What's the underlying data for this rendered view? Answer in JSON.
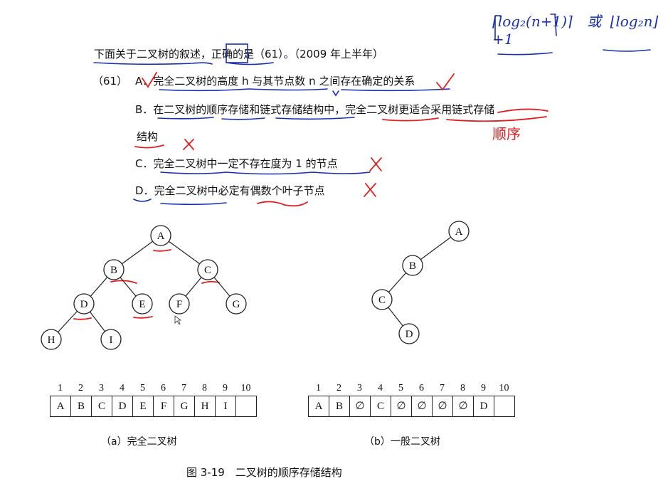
{
  "question": {
    "stem": "下面关于二叉树的叙述，正确的是（61）。（2009 年上半年）",
    "number": "（61）",
    "options": [
      {
        "label": "A．",
        "text": "完全二叉树的高度 h 与其节点数 n 之间存在确定的关系"
      },
      {
        "label": "B．",
        "text": "在二叉树的顺序存储和链式存储结构中，完全二叉树更适合采用链式存储"
      },
      {
        "label": "",
        "text": "结构"
      },
      {
        "label": "C．",
        "text": "完全二叉树中一定不存在度为 1 的节点"
      },
      {
        "label": "D．",
        "text": "完全二叉树中必定有偶数个叶子节点"
      }
    ]
  },
  "annotations": {
    "formula_left": "⌈log₂(n+1)⌉",
    "formula_or": "或",
    "formula_right": "⌊log₂n⌋+1",
    "handwritten_word": "顺序",
    "marks": [
      "check",
      "cross",
      "cross",
      "cross"
    ]
  },
  "figure": {
    "tree_a": {
      "nodes": [
        "A",
        "B",
        "C",
        "D",
        "E",
        "F",
        "G",
        "H",
        "I"
      ]
    },
    "tree_b": {
      "nodes": [
        "A",
        "B",
        "C",
        "D"
      ]
    },
    "array_a": {
      "indices": [
        "1",
        "2",
        "3",
        "4",
        "5",
        "6",
        "7",
        "8",
        "9",
        "10"
      ],
      "cells": [
        "A",
        "B",
        "C",
        "D",
        "E",
        "F",
        "G",
        "H",
        "I",
        ""
      ]
    },
    "array_b": {
      "indices": [
        "1",
        "2",
        "3",
        "4",
        "5",
        "6",
        "7",
        "8",
        "9",
        "10"
      ],
      "cells": [
        "A",
        "B",
        "∅",
        "C",
        "∅",
        "∅",
        "∅",
        "∅",
        "D",
        ""
      ]
    },
    "caption_a": "（a）完全二叉树",
    "caption_b": "（b）一般二叉树",
    "title": "图 3-19　二叉树的顺序存储结构"
  },
  "colors": {
    "pen_blue": "#1a2fb0",
    "pen_red": "#e02020",
    "ink": "#111111"
  }
}
